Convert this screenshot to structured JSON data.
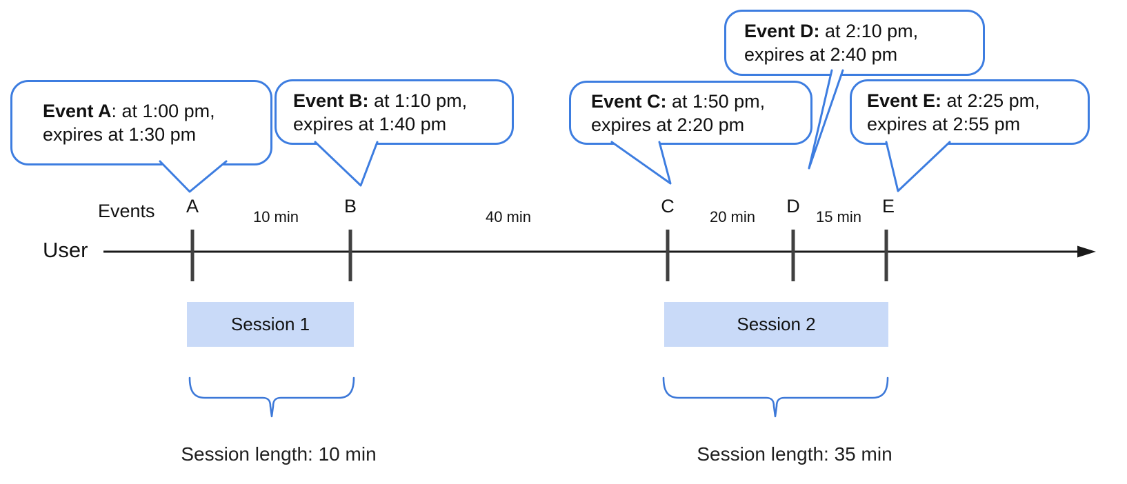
{
  "colors": {
    "bubble_border": "#3d7de0",
    "brace": "#3c78d8",
    "session_fill": "#c9daf8",
    "tick": "#404040",
    "timeline": "#1a1a1a",
    "text": "#111111"
  },
  "timeline": {
    "events_axis_label": "Events",
    "user_label": "User"
  },
  "events": [
    {
      "letter": "A",
      "bubble_bold": "Event A",
      "bubble_rest": ": at 1:00 pm,",
      "bubble_line2": "expires at 1:30 pm"
    },
    {
      "letter": "B",
      "bubble_bold": "Event B:",
      "bubble_rest": " at 1:10 pm,",
      "bubble_line2": "expires at 1:40 pm"
    },
    {
      "letter": "C",
      "bubble_bold": "Event C:",
      "bubble_rest": " at 1:50 pm,",
      "bubble_line2": "expires at 2:20 pm"
    },
    {
      "letter": "D",
      "bubble_bold": "Event D:",
      "bubble_rest": " at 2:10 pm,",
      "bubble_line2": "expires at 2:40 pm"
    },
    {
      "letter": "E",
      "bubble_bold": "Event E:",
      "bubble_rest": " at 2:25 pm,",
      "bubble_line2": "expires at 2:55 pm"
    }
  ],
  "intervals": [
    {
      "label": "10 min"
    },
    {
      "label": "40 min"
    },
    {
      "label": "20 min"
    },
    {
      "label": "15 min"
    }
  ],
  "sessions": [
    {
      "name": "Session 1",
      "length_label": "Session length: 10 min"
    },
    {
      "name": "Session 2",
      "length_label": "Session length: 35 min"
    }
  ]
}
